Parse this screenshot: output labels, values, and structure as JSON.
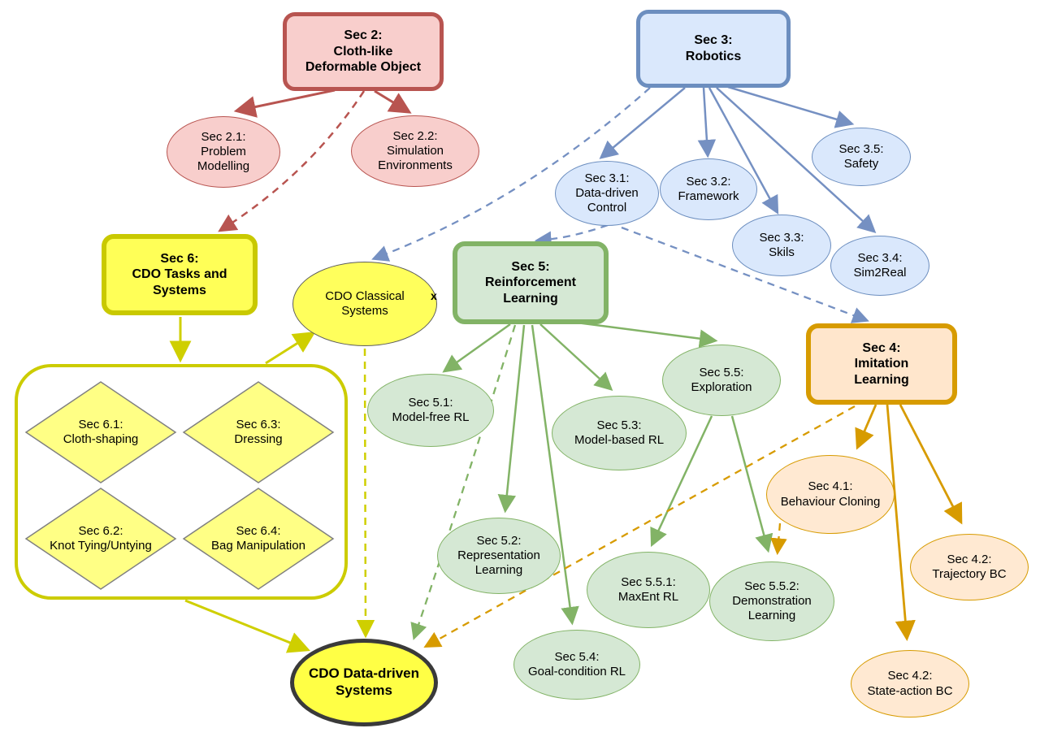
{
  "diagram": {
    "title_present": false,
    "palette": {
      "red_fill": "#F8CECC",
      "red_stroke": "#B85450",
      "blue_fill": "#DAE8FC",
      "blue_stroke": "#6C8EBF",
      "green_fill": "#D5E8D4",
      "green_stroke": "#82B366",
      "orange_fill": "#FFE6CC",
      "orange_stroke": "#D79B00",
      "yellow_fill": "#FFFF57",
      "yellow_stroke": "#CCCC00",
      "datadriven_fill": "#FFFF45",
      "datadriven_stroke": "#3A3A3A",
      "background": "#FFFFFF"
    },
    "nodes": {
      "sec2": {
        "label": "Sec 2:\nCloth-like\nDeformable Object"
      },
      "sec2_1": {
        "label": "Sec 2.1:\nProblem\nModelling"
      },
      "sec2_2": {
        "label": "Sec 2.2:\nSimulation\nEnvironments"
      },
      "sec3": {
        "label": "Sec 3:\nRobotics"
      },
      "sec3_1": {
        "label": "Sec 3.1:\nData-driven\nControl"
      },
      "sec3_2": {
        "label": "Sec 3.2:\nFramework"
      },
      "sec3_3": {
        "label": "Sec 3.3:\nSkils"
      },
      "sec3_4": {
        "label": "Sec 3.4:\nSim2Real"
      },
      "sec3_5": {
        "label": "Sec 3.5:\nSafety"
      },
      "sec6": {
        "label": "Sec 6:\nCDO Tasks and\nSystems"
      },
      "sec6_1": {
        "label": "Sec 6.1:\nCloth-shaping"
      },
      "sec6_2": {
        "label": "Sec 6.2:\nKnot Tying/Untying"
      },
      "sec6_3": {
        "label": "Sec 6.3:\nDressing"
      },
      "sec6_4": {
        "label": "Sec 6.4:\nBag Manipulation"
      },
      "classical": {
        "label": "CDO Classical\nSystems"
      },
      "sec5": {
        "label": "Sec 5:\nReinforcement\nLearning"
      },
      "sec5_1": {
        "label": "Sec 5.1:\nModel-free RL"
      },
      "sec5_2": {
        "label": "Sec 5.2:\nRepresentation\nLearning"
      },
      "sec5_3": {
        "label": "Sec 5.3:\nModel-based RL"
      },
      "sec5_4": {
        "label": "Sec 5.4:\nGoal-condition RL"
      },
      "sec5_5": {
        "label": "Sec 5.5:\nExploration"
      },
      "sec5_5_1": {
        "label": "Sec 5.5.1:\nMaxEnt RL"
      },
      "sec5_5_2": {
        "label": "Sec 5.5.2:\nDemonstration\nLearning"
      },
      "sec4": {
        "label": "Sec 4:\nImitation\nLearning"
      },
      "sec4_1": {
        "label": "Sec 4.1:\nBehaviour Cloning"
      },
      "sec4_2_traj": {
        "label": "Sec 4.2:\nTrajectory BC"
      },
      "sec4_2_state": {
        "label": "Sec 4.2:\nState-action BC"
      },
      "datadriven": {
        "label": "CDO Data-driven\nSystems"
      }
    },
    "stray_mark": "x",
    "edges": [
      {
        "from": "sec2",
        "to": "sec2_1",
        "style": "solid",
        "color": "red"
      },
      {
        "from": "sec2",
        "to": "sec2_2",
        "style": "solid",
        "color": "red"
      },
      {
        "from": "sec2",
        "to": "sec6",
        "style": "dashed",
        "color": "red"
      },
      {
        "from": "sec3",
        "to": "sec3_1",
        "style": "solid",
        "color": "blue"
      },
      {
        "from": "sec3",
        "to": "sec3_2",
        "style": "solid",
        "color": "blue"
      },
      {
        "from": "sec3",
        "to": "sec3_3",
        "style": "solid",
        "color": "blue"
      },
      {
        "from": "sec3",
        "to": "sec3_4",
        "style": "solid",
        "color": "blue"
      },
      {
        "from": "sec3",
        "to": "sec3_5",
        "style": "solid",
        "color": "blue"
      },
      {
        "from": "sec3",
        "to": "classical",
        "style": "dashed",
        "color": "blue"
      },
      {
        "from": "sec3_1",
        "to": "sec5",
        "style": "dashed",
        "color": "blue"
      },
      {
        "from": "sec3_1",
        "to": "sec4",
        "style": "dashed",
        "color": "blue"
      },
      {
        "from": "sec6",
        "to": "task-container",
        "style": "solid",
        "color": "yellow"
      },
      {
        "from": "task-container",
        "to": "classical",
        "style": "solid",
        "color": "yellow"
      },
      {
        "from": "task-container",
        "to": "datadriven",
        "style": "solid",
        "color": "yellow"
      },
      {
        "from": "classical",
        "to": "datadriven",
        "style": "dashed",
        "color": "yellow"
      },
      {
        "from": "sec5",
        "to": "sec5_1",
        "style": "solid",
        "color": "green"
      },
      {
        "from": "sec5",
        "to": "sec5_2",
        "style": "solid",
        "color": "green"
      },
      {
        "from": "sec5",
        "to": "sec5_3",
        "style": "solid",
        "color": "green"
      },
      {
        "from": "sec5",
        "to": "sec5_4",
        "style": "solid",
        "color": "green"
      },
      {
        "from": "sec5",
        "to": "sec5_5",
        "style": "solid",
        "color": "green"
      },
      {
        "from": "sec5",
        "to": "datadriven",
        "style": "dashed",
        "color": "green"
      },
      {
        "from": "sec5_5",
        "to": "sec5_5_1",
        "style": "solid",
        "color": "green"
      },
      {
        "from": "sec5_5",
        "to": "sec5_5_2",
        "style": "solid",
        "color": "green"
      },
      {
        "from": "sec4",
        "to": "sec4_1",
        "style": "solid",
        "color": "orange"
      },
      {
        "from": "sec4",
        "to": "sec4_2_traj",
        "style": "solid",
        "color": "orange"
      },
      {
        "from": "sec4",
        "to": "sec4_2_state",
        "style": "solid",
        "color": "orange"
      },
      {
        "from": "sec4",
        "to": "datadriven",
        "style": "dashed",
        "color": "orange"
      },
      {
        "from": "sec4_1",
        "to": "sec5_5_2",
        "style": "dashed",
        "color": "orange"
      }
    ]
  }
}
